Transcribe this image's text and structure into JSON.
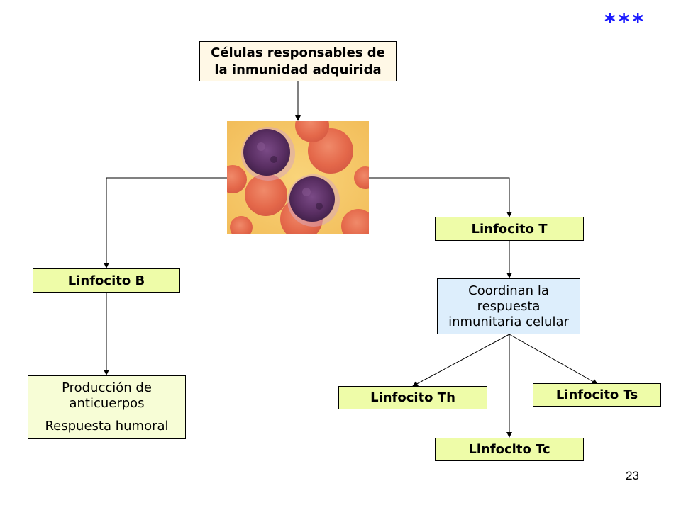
{
  "decoration": {
    "stars": "***"
  },
  "title": {
    "line1": "Células responsables de",
    "line2": "la inmunidad adquirida"
  },
  "nodes": {
    "linfocito_b": "Linfocito B",
    "linfocito_t": "Linfocito T",
    "coordinan": {
      "line1": "Coordinan la",
      "line2": "respuesta",
      "line3": "inmunitaria celular"
    },
    "produccion": {
      "line1": "Producción de",
      "line2": "anticuerpos",
      "line3": "Respuesta humoral"
    },
    "linfocito_th": "Linfocito Th",
    "linfocito_ts": "Linfocito Ts",
    "linfocito_tc": "Linfocito Tc"
  },
  "page_number": "23",
  "colors": {
    "title_fill": "#fff8e6",
    "green_fill": "#eefca8",
    "blue_fill": "#ddeefc",
    "humoral_fill": "#f7fdd6",
    "stars": "#1a1aff",
    "photo_background": "#f5c25e",
    "red_cell": "#e4684a",
    "lymphocyte": "#5a2f63"
  },
  "photo": {
    "subject": "micrograph of two lymphocytes among red blood cells"
  }
}
